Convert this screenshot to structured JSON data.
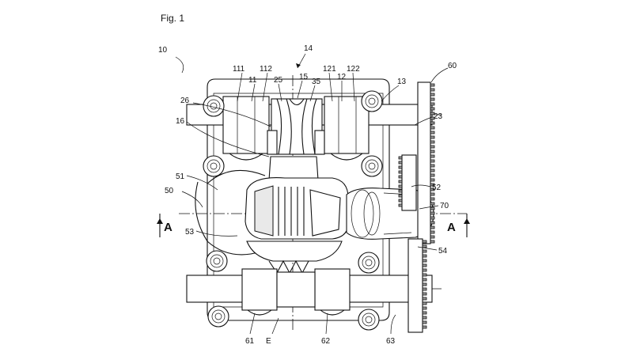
{
  "figure": {
    "title": "Fig. 1",
    "section_marker": "A",
    "labels": {
      "l10": "10",
      "l14": "14",
      "l111": "111",
      "l11": "11",
      "l112": "112",
      "l25": "25",
      "l15": "15",
      "l35": "35",
      "l121": "121",
      "l12": "12",
      "l122": "122",
      "l13": "13",
      "l60": "60",
      "l26": "26",
      "l23": "23",
      "l16": "16",
      "l51": "51",
      "l52": "52",
      "l50": "50",
      "l70": "70",
      "l53": "53",
      "l54": "54",
      "l61": "61",
      "lE": "E",
      "l62": "62",
      "l63": "63"
    }
  },
  "colors": {
    "ink": "#111111",
    "paper": "#ffffff",
    "shade": "#e9e9e9"
  }
}
